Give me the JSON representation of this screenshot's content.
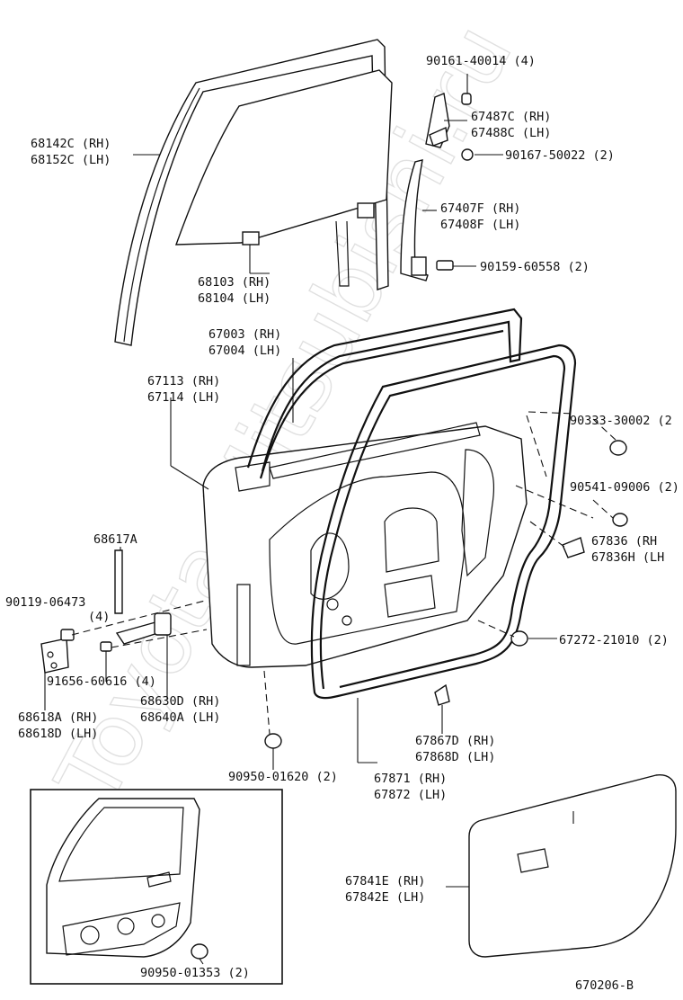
{
  "watermark": "Toyota-Mitsubishi.ru",
  "diagram_id": "670206-B",
  "callouts": {
    "p68142": [
      "68142C (RH)",
      "68152C (LH)"
    ],
    "p68103": [
      "68103 (RH)",
      "68104 (LH)"
    ],
    "p90161": [
      "90161-40014 (4)"
    ],
    "p67487": [
      "67487C (RH)",
      "67488C (LH)"
    ],
    "p90167": [
      "90167-50022 (2)"
    ],
    "p67407": [
      "67407F (RH)",
      "67408F (LH)"
    ],
    "p90159": [
      "90159-60558 (2)"
    ],
    "p67003": [
      "67003 (RH)",
      "67004 (LH)"
    ],
    "p67113": [
      "67113 (RH)",
      "67114 (LH)"
    ],
    "p90333": [
      "90333-30002 (2"
    ],
    "p90541": [
      "90541-09006 (2)"
    ],
    "p67836": [
      "67836   (RH",
      "67836H (LH"
    ],
    "p68617": [
      "68617A"
    ],
    "p90119": [
      "90119-06473",
      "(4)"
    ],
    "p67272": [
      "67272-21010 (2)"
    ],
    "p91656": [
      "91656-60616 (4)"
    ],
    "p68630": [
      "68630D (RH)",
      "68640A (LH)"
    ],
    "p68618": [
      "68618A (RH)",
      "68618D (LH)"
    ],
    "p67867": [
      "67867D (RH)",
      "67868D (LH)"
    ],
    "p90950a": [
      "90950-01620 (2)"
    ],
    "p67871": [
      "67871 (RH)",
      "67872 (LH)"
    ],
    "p67841": [
      "67841E (RH)",
      "67842E (LH)"
    ],
    "p90950b": [
      "90950-01353 (2)"
    ]
  }
}
